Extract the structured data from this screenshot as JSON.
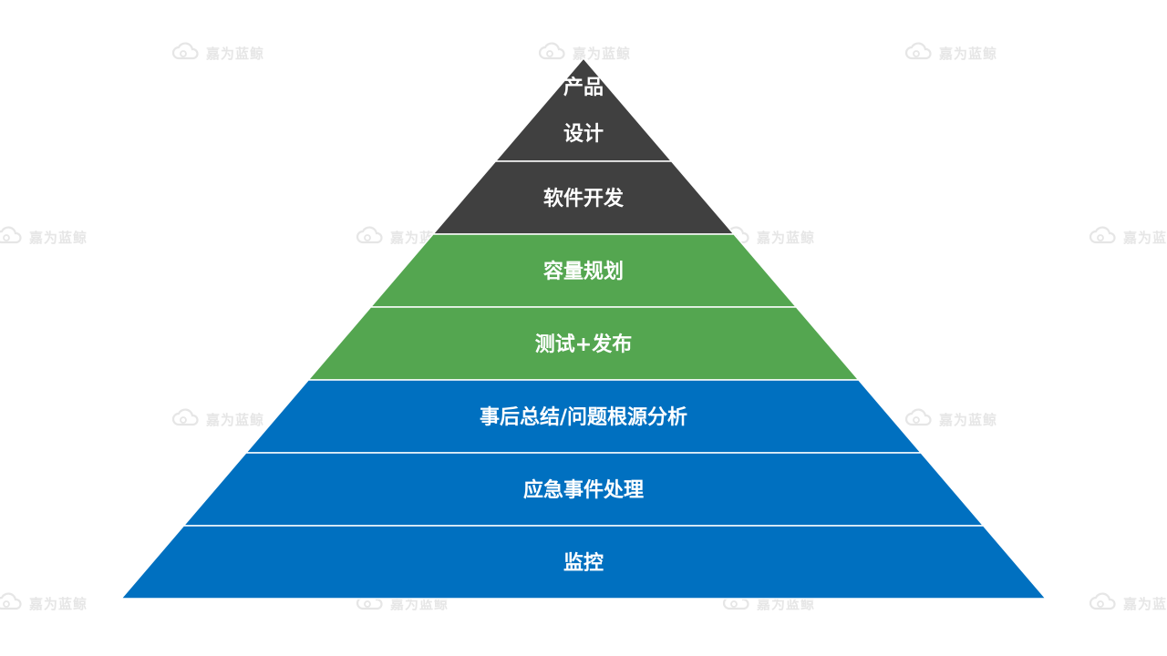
{
  "diagram": {
    "layers": [
      {
        "label_lines": [
          "产品",
          "设计"
        ],
        "color": "#404040"
      },
      {
        "label_lines": [
          "软件开发"
        ],
        "color": "#404040"
      },
      {
        "label_lines": [
          "容量规划"
        ],
        "color": "#54A650"
      },
      {
        "label_lines": [
          "测试+发布"
        ],
        "color": "#54A650"
      },
      {
        "label_lines": [
          "事后总结/问题根源分析"
        ],
        "color": "#0070C0"
      },
      {
        "label_lines": [
          "应急事件处理"
        ],
        "color": "#0070C0"
      },
      {
        "label_lines": [
          "监控"
        ],
        "color": "#0070C0"
      }
    ]
  },
  "watermark": {
    "text": "嘉为蓝鲸",
    "icon": "cloud-logo-icon",
    "color": "#e6e6e6"
  }
}
